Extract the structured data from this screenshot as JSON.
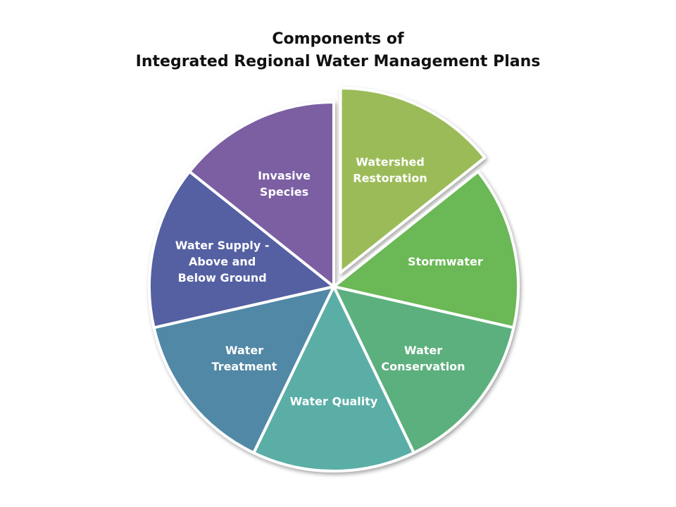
{
  "title": {
    "line1": "Components of",
    "line2": "Integrated Regional Water Management Plans"
  },
  "segments": [
    {
      "label_lines": [
        "Watershed",
        "Restoration"
      ],
      "color": "#9bbb59",
      "exploded": true
    },
    {
      "label_lines": [
        "Stormwater"
      ],
      "color": "#6ab857"
    },
    {
      "label_lines": [
        "Water",
        "Conservation"
      ],
      "color": "#5bb07e"
    },
    {
      "label_lines": [
        "Water Quality"
      ],
      "color": "#5aaea6"
    },
    {
      "label_lines": [
        "Water",
        "Treatment"
      ],
      "color": "#5188a6"
    },
    {
      "label_lines": [
        "Water Supply -",
        "Above and",
        "Below Ground"
      ],
      "color": "#5560a2"
    },
    {
      "label_lines": [
        "Invasive",
        "Species"
      ],
      "color": "#7b5ea2"
    }
  ],
  "colors": {
    "border": "#ffffff",
    "title": "#111111",
    "label": "#ffffff"
  }
}
